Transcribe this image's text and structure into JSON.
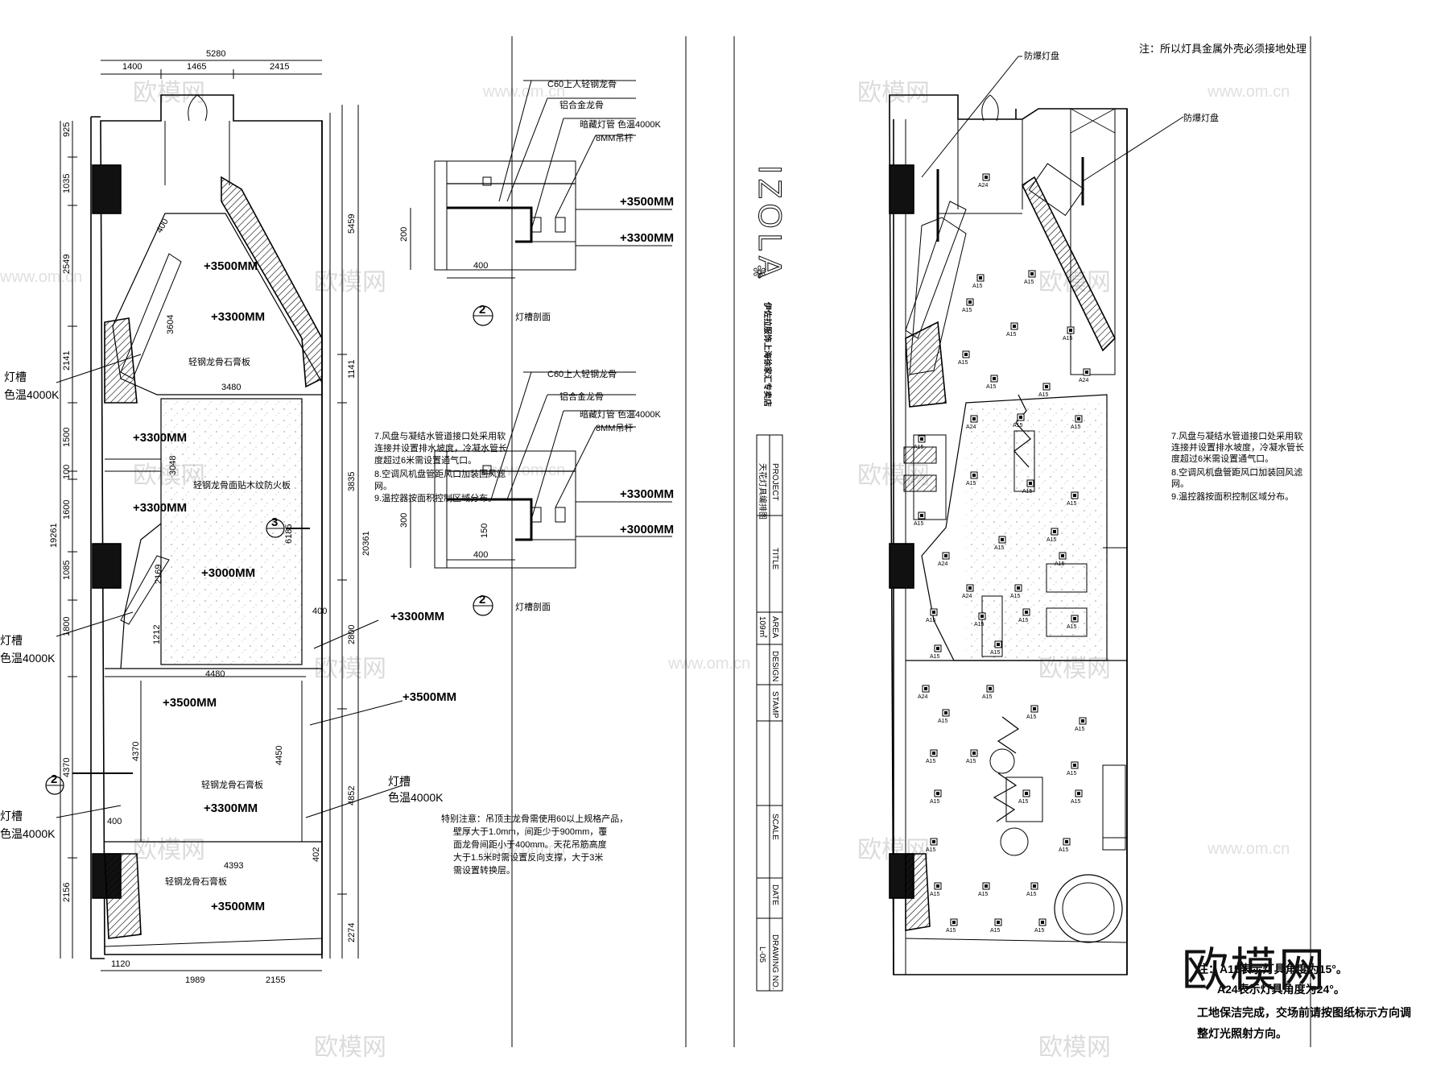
{
  "watermark": {
    "text": "欧模网",
    "url": "www.om.cn",
    "corner_logo": "欧模网"
  },
  "left_plan": {
    "top_dims": [
      "5280",
      "1400",
      "1465",
      "2415"
    ],
    "bottom_dims": [
      "1120",
      "1989",
      "2155"
    ],
    "left_dims": [
      "925",
      "1035",
      "2549",
      "2141",
      "1500",
      "100",
      "1600",
      "1085",
      "1800",
      "4370",
      "2156",
      "19261"
    ],
    "right_dims": [
      "5459",
      "1141",
      "3835",
      "2800",
      "4852",
      "2274",
      "20361"
    ],
    "inner_dims": [
      "400",
      "3604",
      "3480",
      "3048",
      "2169",
      "1212",
      "4480",
      "4370",
      "4450",
      "400",
      "4393",
      "402",
      "400"
    ],
    "levels": [
      "+3500MM",
      "+3300MM",
      "+3300MM",
      "+3300MM",
      "+3000MM",
      "+3300MM",
      "+3500MM",
      "+3500MM",
      "+3300MM",
      "+3500MM"
    ],
    "area_labels": [
      "轻钢龙骨石膏板",
      "轻钢龙骨面贴木纹防火板",
      "轻钢龙骨石膏板",
      "轻钢龙骨石膏板"
    ],
    "section_marker": {
      "num": "3",
      "dim": "6185"
    },
    "section_marker2": "2",
    "light_slots": [
      {
        "line1": "灯槽",
        "line2": "色温4000K"
      },
      {
        "line1": "灯槽",
        "line2": "色温4000K"
      },
      {
        "line1": "灯槽",
        "line2": "色温4000K"
      },
      {
        "line1": "灯槽",
        "line2": "色温4000K"
      }
    ]
  },
  "sections": [
    {
      "callouts": [
        "C60上人轻钢龙骨",
        "铝合金龙骨",
        "暗藏灯管 色温4000K",
        "8MM吊杆"
      ],
      "levels": [
        "+3500MM",
        "+3300MM"
      ],
      "dims": [
        "200",
        "400"
      ],
      "marker": "2",
      "title": "灯槽剖面"
    },
    {
      "callouts": [
        "C60上人轻钢龙骨",
        "铝合金龙骨",
        "暗藏灯管 色温4000K",
        "8MM吊杆"
      ],
      "levels": [
        "+3300MM",
        "+3000MM"
      ],
      "dims": [
        "300",
        "150",
        "400"
      ],
      "marker": "2",
      "title": "灯槽剖面"
    }
  ],
  "notes_middle": [
    "7.风盘与凝结水管道接口处采用软",
    "连接并设置排水坡度，冷凝水管长",
    "度超过6米需设置通气口。",
    "8.空调风机盘管距风口加装回风滤",
    "网。",
    "9.温控器按面积控制区域分布。"
  ],
  "special_note": [
    "特别注意：吊顶主龙骨需使用60以上规格产品，",
    "壁厚大于1.0mm，间距少于900mm，覆",
    "面龙骨间距小于400mm。天花吊筋高度",
    "大于1.5米时需设置反向支撑，大于3米",
    "需设置转换层。"
  ],
  "title_block": {
    "brand": "IZOLA",
    "subtitle": "伊佐拉服饰上海徐家汇专卖店",
    "rows": [
      {
        "label": "PROJECT",
        "value": ""
      },
      {
        "label": "",
        "value": "天花灯具编排图"
      },
      {
        "label": "TITLE",
        "value": ""
      },
      {
        "label": "AREA",
        "value": "109㎡"
      },
      {
        "label": "DESIGN",
        "value": ""
      },
      {
        "label": "STAMP",
        "value": ""
      },
      {
        "label": "SCALE",
        "value": ""
      },
      {
        "label": "DATE",
        "value": ""
      },
      {
        "label": "DRAWING NO.",
        "value": "L-05"
      }
    ]
  },
  "right_plan": {
    "top_note": "注：所以灯具金属外壳必须接地处理",
    "labels": [
      "防爆灯盘",
      "防爆灯盘"
    ],
    "fixture_tags": [
      "A15",
      "A24"
    ],
    "notes": [
      "7.风盘与凝结水管道接口处采用软",
      "连接并设置排水坡度，冷凝水管长",
      "度超过6米需设置通气口。",
      "8.空调风机盘管距风口加装回风滤",
      "网。",
      "9.温控器按面积控制区域分布。"
    ],
    "bottom_notes": [
      "注：A15表示灯具角度为15°。",
      "A24表示灯具角度为24°。",
      "工地保洁完成，交场前请按图纸标示方向调",
      "整灯光照射方向。"
    ]
  }
}
